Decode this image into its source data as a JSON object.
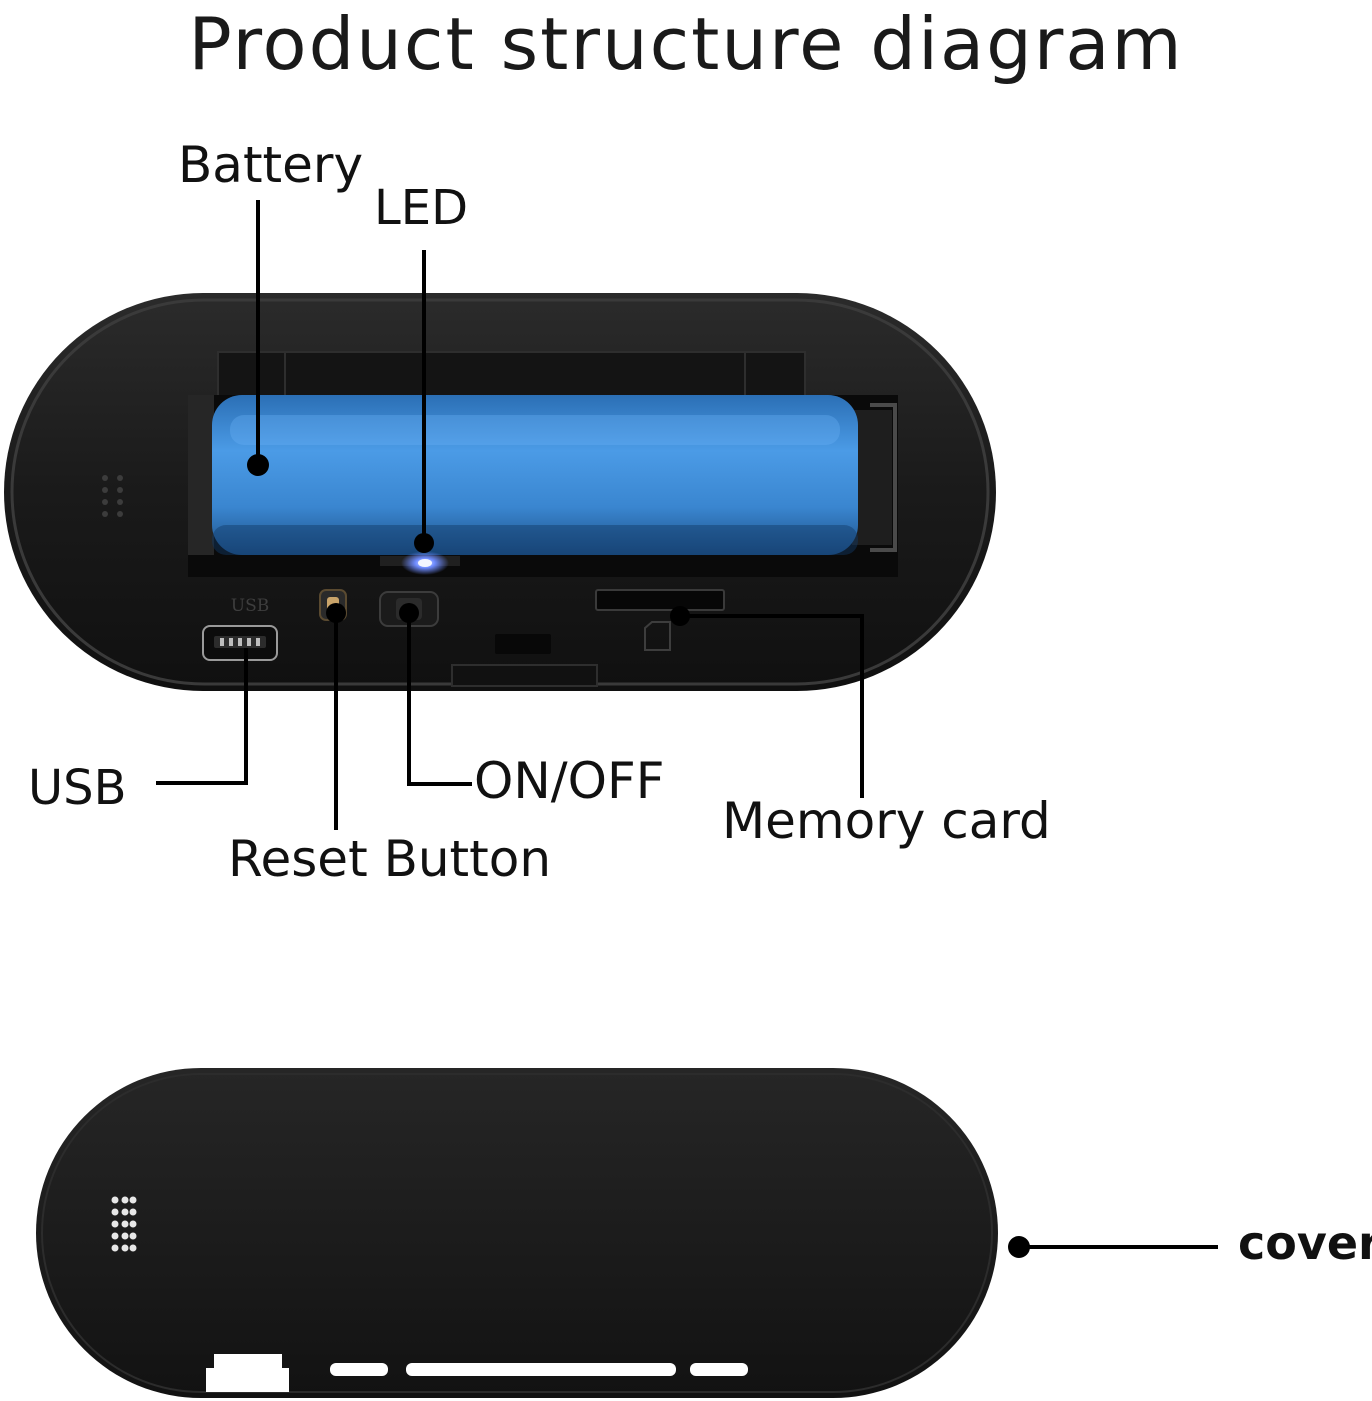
{
  "title": "Product structure diagram",
  "labels": {
    "battery": "Battery",
    "led": "LED",
    "usb": "USB",
    "reset": "Reset Button",
    "onoff": "ON/OFF",
    "memory": "Memory card",
    "cover": "cover"
  },
  "printed": {
    "usb_port": "USB"
  },
  "colors": {
    "device": "#1c1c1c",
    "battery": "#3a86d0",
    "led": "#6f8cff",
    "leader": "#000000"
  }
}
